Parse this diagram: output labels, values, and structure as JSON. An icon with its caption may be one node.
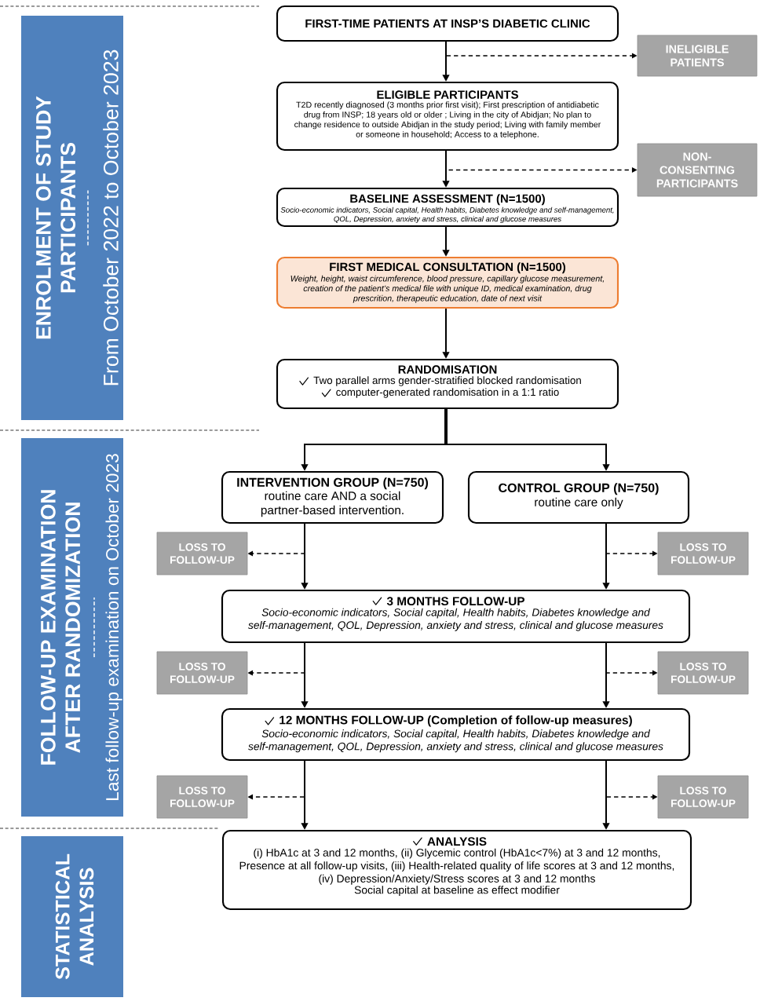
{
  "diagram": {
    "nodes": [
      {
        "text": [
          "ENROLMENT OF STUDY PARTICIPANTS",
          "From October 2022 to October 2023"
        ]
      },
      {
        "text": [
          "FIRST-TIME PATIENTS AT INSP’S DIABETIC CLINIC"
        ]
      },
      {
        "text": [
          "INELIGIBLE PATIENTS"
        ]
      },
      {
        "text": [
          "ELIGIBLE PARTICIPANTS",
          "T2D recently diagnosed (3 months prior first visit); First prescription of antidiabetic drug from INSP; 18 years old or older ; Living in the city of Abidjan; No plan to change residence to outside Abidjan in the study period; Living with family member or someone in household; Access to a telephone."
        ]
      },
      {
        "text": [
          "NON-CONSENTING PARTICIPANTS"
        ]
      },
      {
        "text": [
          "BASELINE ASSESSMENT (N=1500)",
          "Socio-economic indicators, Social capital, Health habits, Diabetes knowledge and self-management, QOL, Depression, anxiety and stress, clinical and glucose measures"
        ]
      },
      {
        "text": [
          "FIRST MEDICAL CONSULTATION (N=1500)",
          "Weight, height, waist circumference, blood pressure, capillary glucose measurement, creation of the patient’s medical file with unique ID, medical examination, drug prescrition, therapeutic education, date of next visit"
        ]
      },
      {
        "text": [
          "RANDOMISATION",
          "Two parallel arms gender-stratified blocked randomisation",
          "computer-generated randomisation in a 1:1 ratio"
        ]
      },
      {
        "text": [
          "FOLLOW-UP EXAMINATION AFTER RANDOMIZATION",
          "Last follow-up examination on October 2023"
        ]
      },
      {
        "text": [
          "INTERVENTION GROUP (N=750)",
          "routine care AND a social partner-based intervention."
        ]
      },
      {
        "text": [
          "CONTROL GROUP (N=750)",
          "routine care only"
        ]
      },
      {
        "text": [
          "LOSS TO FOLLOW-UP"
        ]
      },
      {
        "text": [
          "LOSS TO FOLLOW-UP"
        ]
      },
      {
        "text": [
          "3 MONTHS FOLLOW-UP",
          "Socio-economic indicators, Social capital, Health habits, Diabetes knowledge and self-management, QOL, Depression, anxiety and stress, clinical and glucose measures"
        ]
      },
      {
        "text": [
          "LOSS TO FOLLOW-UP"
        ]
      },
      {
        "text": [
          "LOSS TO FOLLOW-UP"
        ]
      },
      {
        "text": [
          "12 MONTHS FOLLOW-UP (Completion of follow-up measures)",
          "Socio-economic indicators, Social capital, Health habits, Diabetes knowledge and self-management, QOL, Depression, anxiety and stress, clinical and glucose measures"
        ]
      },
      {
        "text": [
          "LOSS TO FOLLOW-UP"
        ]
      },
      {
        "text": [
          "LOSS TO FOLLOW-UP"
        ]
      },
      {
        "text": [
          "STATISTICAL ANALYSIS"
        ]
      },
      {
        "text": [
          "ANALYSIS",
          "(i) HbA1c at 3 and 12 months, (ii) Glycemic control (HbA1c<7%) at 3 and 12 months, Presence at all follow-up visits, (iii) Health-related quality of life scores at 3 and 12 months, (iv) Depression/Anxiety/Stress scores at 3 and 12 months",
          "Social capital at baseline as effect modifier"
        ]
      }
    ],
    "edges": [
      {
        "from": 1,
        "to": 3,
        "arrow": "to"
      },
      {
        "from": 1,
        "to": 2,
        "arrow": "to",
        "style": "dashed"
      },
      {
        "from": 3,
        "to": 5,
        "arrow": "to"
      },
      {
        "from": 3,
        "to": 4,
        "arrow": "to",
        "style": "dashed"
      },
      {
        "from": 5,
        "to": 6,
        "arrow": "to"
      },
      {
        "from": 6,
        "to": 7,
        "arrow": "to"
      },
      {
        "from": 7,
        "to": 9,
        "arrow": "to"
      },
      {
        "from": 7,
        "to": 10,
        "arrow": "to"
      },
      {
        "from": 9,
        "to": 13,
        "arrow": "to"
      },
      {
        "from": 9,
        "to": 11,
        "arrow": "to",
        "style": "dashed"
      },
      {
        "from": 10,
        "to": 13,
        "arrow": "to"
      },
      {
        "from": 10,
        "to": 12,
        "arrow": "to",
        "style": "dashed"
      },
      {
        "from": 13,
        "to": 16,
        "arrow": "to"
      },
      {
        "from": 13,
        "to": 14,
        "arrow": "to",
        "style": "dashed"
      },
      {
        "from": 13,
        "to": 16,
        "arrow": "to"
      },
      {
        "from": 13,
        "to": 15,
        "arrow": "to",
        "style": "dashed"
      },
      {
        "from": 16,
        "to": 20,
        "arrow": "to"
      },
      {
        "from": 16,
        "to": 17,
        "arrow": "to",
        "style": "dashed"
      },
      {
        "from": 16,
        "to": 20,
        "arrow": "to"
      },
      {
        "from": 16,
        "to": 18,
        "arrow": "to",
        "style": "dashed"
      }
    ]
  }
}
